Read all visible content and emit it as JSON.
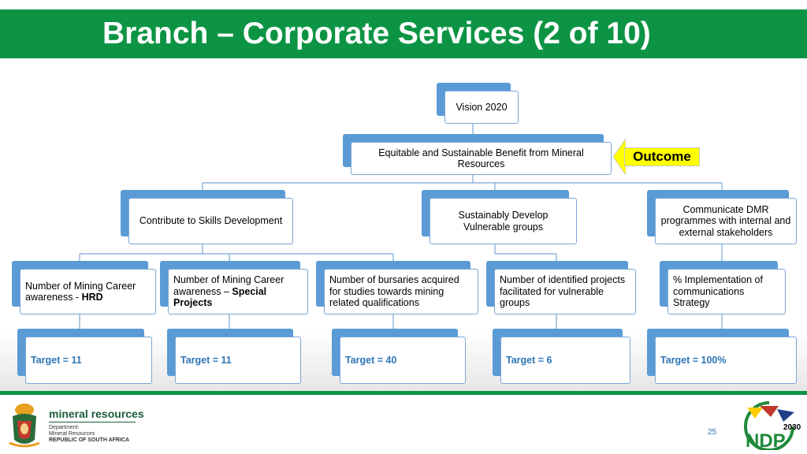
{
  "header": {
    "title": "Branch – Corporate Services (2 of 10)"
  },
  "diagram": {
    "vision": "Vision 2020",
    "outcome_node": "Equitable and Sustainable Benefit from Mineral Resources",
    "outcome_label": "Outcome",
    "objectives": [
      "Contribute to Skills Development",
      "Sustainably Develop Vulnerable groups",
      "Communicate DMR programmes with internal and external stakeholders"
    ],
    "indicators": [
      {
        "text": "Number of Mining Career awareness - ",
        "bold": "HRD"
      },
      {
        "text": "Number of Mining Career awareness – ",
        "bold": "Special Projects"
      },
      {
        "text": "Number of bursaries acquired for studies towards mining related qualifications",
        "bold": ""
      },
      {
        "text": "Number of identified projects facilitated for vulnerable groups",
        "bold": ""
      },
      {
        "text": "% Implementation of communications Strategy",
        "bold": ""
      }
    ],
    "targets": [
      "Target = 11",
      "Target = 11",
      "Target = 40",
      "Target = 6",
      "Target = 100%"
    ]
  },
  "footer": {
    "dept_brand": "mineral resources",
    "dept_line1": "Department:",
    "dept_line2": "Mineral Resources",
    "dept_line3": "REPUBLIC OF SOUTH AFRICA",
    "page_number": "25",
    "ndp_year": "2030",
    "ndp_text": "NDP"
  },
  "colors": {
    "header_green": "#0c9444",
    "node_blue": "#5b9bd5",
    "target_text": "#2e75b6",
    "outcome_yellow": "#ffff00"
  }
}
